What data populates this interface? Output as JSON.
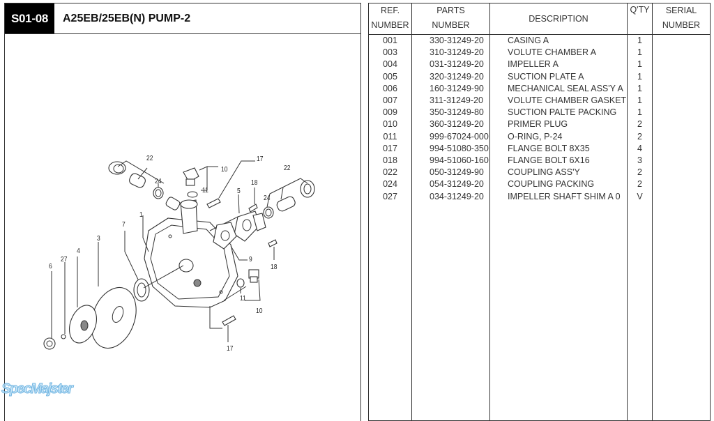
{
  "header": {
    "section_code": "S01-08",
    "title": "A25EB/25EB(N)  PUMP-2"
  },
  "watermark": "SpecMajster",
  "diagram": {
    "callouts": [
      {
        "id": "c22a",
        "label": "22"
      },
      {
        "id": "c24a",
        "label": "24"
      },
      {
        "id": "c10a",
        "label": "10"
      },
      {
        "id": "c11a",
        "label": "11"
      },
      {
        "id": "c17a",
        "label": "17"
      },
      {
        "id": "c5",
        "label": "5"
      },
      {
        "id": "c18a",
        "label": "18"
      },
      {
        "id": "c24b",
        "label": "24"
      },
      {
        "id": "c22b",
        "label": "22"
      },
      {
        "id": "c1",
        "label": "1"
      },
      {
        "id": "c7",
        "label": "7"
      },
      {
        "id": "c3",
        "label": "3"
      },
      {
        "id": "c4",
        "label": "4"
      },
      {
        "id": "c27",
        "label": "27"
      },
      {
        "id": "c6",
        "label": "6"
      },
      {
        "id": "c9",
        "label": "9"
      },
      {
        "id": "c18b",
        "label": "18"
      },
      {
        "id": "c11b",
        "label": "11"
      },
      {
        "id": "c10b",
        "label": "10"
      },
      {
        "id": "c17b",
        "label": "17"
      }
    ]
  },
  "table": {
    "headers": {
      "ref": [
        "REF.",
        "NUMBER"
      ],
      "parts": [
        "PARTS",
        "NUMBER"
      ],
      "description": "DESCRIPTION",
      "qty": "Q'TY",
      "serial": [
        "SERIAL",
        "NUMBER"
      ]
    },
    "rows": [
      {
        "ref": "001",
        "part": "330-31249-20",
        "desc": "CASING A",
        "qty": "1",
        "serial": ""
      },
      {
        "ref": "003",
        "part": "310-31249-20",
        "desc": "VOLUTE CHAMBER A",
        "qty": "1",
        "serial": ""
      },
      {
        "ref": "004",
        "part": "031-31249-20",
        "desc": "IMPELLER A",
        "qty": "1",
        "serial": ""
      },
      {
        "ref": "005",
        "part": "320-31249-20",
        "desc": "SUCTION PLATE A",
        "qty": "1",
        "serial": ""
      },
      {
        "ref": "006",
        "part": "160-31249-90",
        "desc": "MECHANICAL SEAL ASS'Y A",
        "qty": "1",
        "serial": ""
      },
      {
        "ref": "007",
        "part": "311-31249-20",
        "desc": "VOLUTE CHAMBER GASKET",
        "qty": "1",
        "serial": ""
      },
      {
        "ref": "009",
        "part": "350-31249-80",
        "desc": "SUCTION PALTE PACKING",
        "qty": "1",
        "serial": ""
      },
      {
        "ref": "010",
        "part": "360-31249-20",
        "desc": "PRIMER PLUG",
        "qty": "2",
        "serial": ""
      },
      {
        "ref": "011",
        "part": "999-67024-000",
        "desc": "O-RING, P-24",
        "qty": "2",
        "serial": ""
      },
      {
        "ref": "017",
        "part": "994-51080-350",
        "desc": "FLANGE BOLT 8X35",
        "qty": "4",
        "serial": ""
      },
      {
        "ref": "018",
        "part": "994-51060-160",
        "desc": "FLANGE BOLT 6X16",
        "qty": "3",
        "serial": ""
      },
      {
        "ref": "022",
        "part": "050-31249-90",
        "desc": "COUPLING ASS'Y",
        "qty": "2",
        "serial": ""
      },
      {
        "ref": "024",
        "part": "054-31249-20",
        "desc": "COUPLING PACKING",
        "qty": "2",
        "serial": ""
      },
      {
        "ref": "027",
        "part": "034-31249-20",
        "desc": "IMPELLER SHAFT SHIM A 0",
        "qty": "V",
        "serial": ""
      }
    ]
  }
}
